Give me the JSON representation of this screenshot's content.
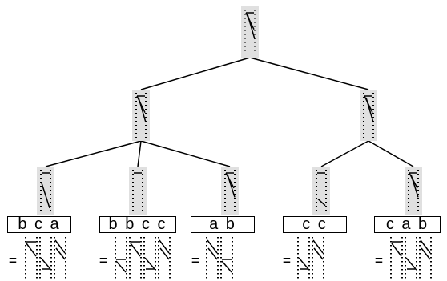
{
  "leaf_words": [
    "b c a",
    "b b c c",
    "a b",
    "c c",
    "c a b"
  ],
  "equals_sign": "=",
  "colors": {
    "node_fill": "#e0e0e0",
    "line": "#000000",
    "background": "#ffffff"
  }
}
